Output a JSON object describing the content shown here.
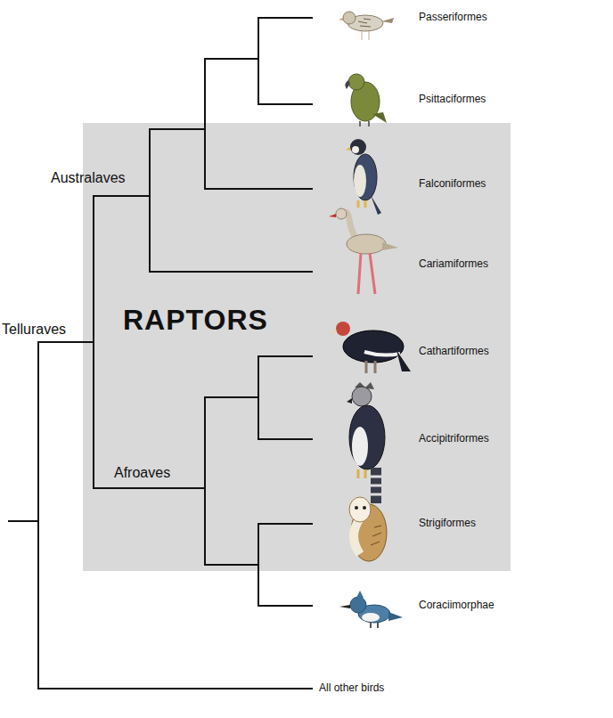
{
  "diagram": {
    "nodes": [
      {
        "text": [
          "RAPTORS"
        ]
      }
    ],
    "labels": [
      "Passeriformes",
      "Psittaciformes",
      "Falconiformes",
      "Cariamiformes",
      "Cathartiformes",
      "Accipitriformes",
      "Strigiformes",
      "Coraciimorphae",
      "All other birds",
      "Australaves",
      "Afroaves",
      "Telluraves"
    ]
  }
}
